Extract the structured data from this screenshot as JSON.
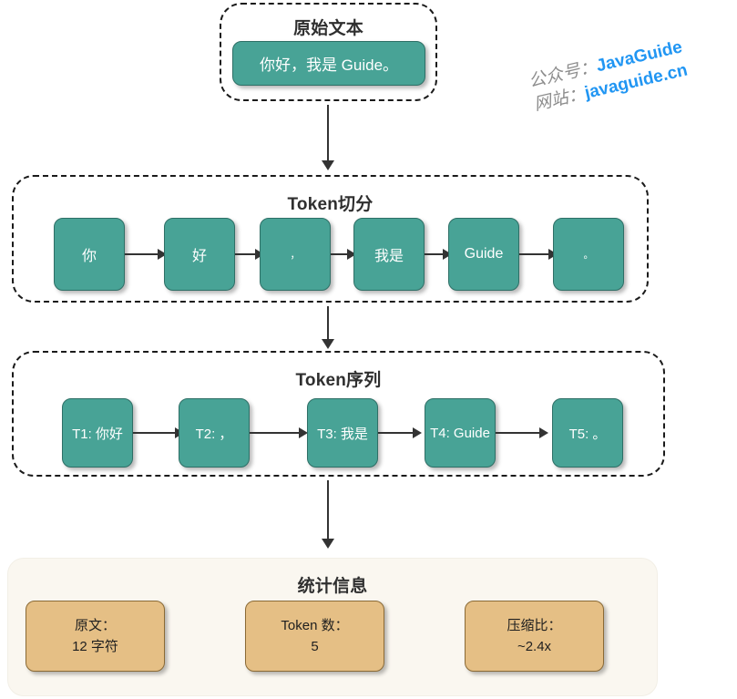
{
  "diagram": {
    "title_raw": "原始文本",
    "title_split": "Token切分",
    "title_sequence": "Token序列",
    "title_stats": "统计信息"
  },
  "raw": {
    "text": "你好，我是 Guide。"
  },
  "split": {
    "tokens": [
      {
        "label": "你"
      },
      {
        "label": "好"
      },
      {
        "label": "，"
      },
      {
        "label": "我是"
      },
      {
        "label": "Guide"
      },
      {
        "label": "。"
      }
    ]
  },
  "sequence": {
    "tokens": [
      {
        "label": "T1: 你好"
      },
      {
        "label": "T2: ，"
      },
      {
        "label": "T3: 我是"
      },
      {
        "label": "T4: Guide"
      },
      {
        "label": "T5: 。"
      }
    ]
  },
  "stats": {
    "items": [
      {
        "line1": "原文：",
        "line2": "12 字符"
      },
      {
        "line1": "Token 数：",
        "line2": "5"
      },
      {
        "line1": "压缩比：",
        "line2": "~2.4x"
      }
    ]
  },
  "watermark": {
    "line1_label": "公众号：",
    "line1_value": "JavaGuide",
    "line2_label": "网站：",
    "line2_value": "javaguide.cn"
  },
  "colors": {
    "token_fill": "#48a396",
    "token_stroke": "#2e6f66",
    "stat_fill": "#e5bf85",
    "stat_stroke": "#8a6a36",
    "stats_panel_bg": "#faf7f0",
    "connector": "#333333",
    "watermark_accent": "#2196f3"
  }
}
